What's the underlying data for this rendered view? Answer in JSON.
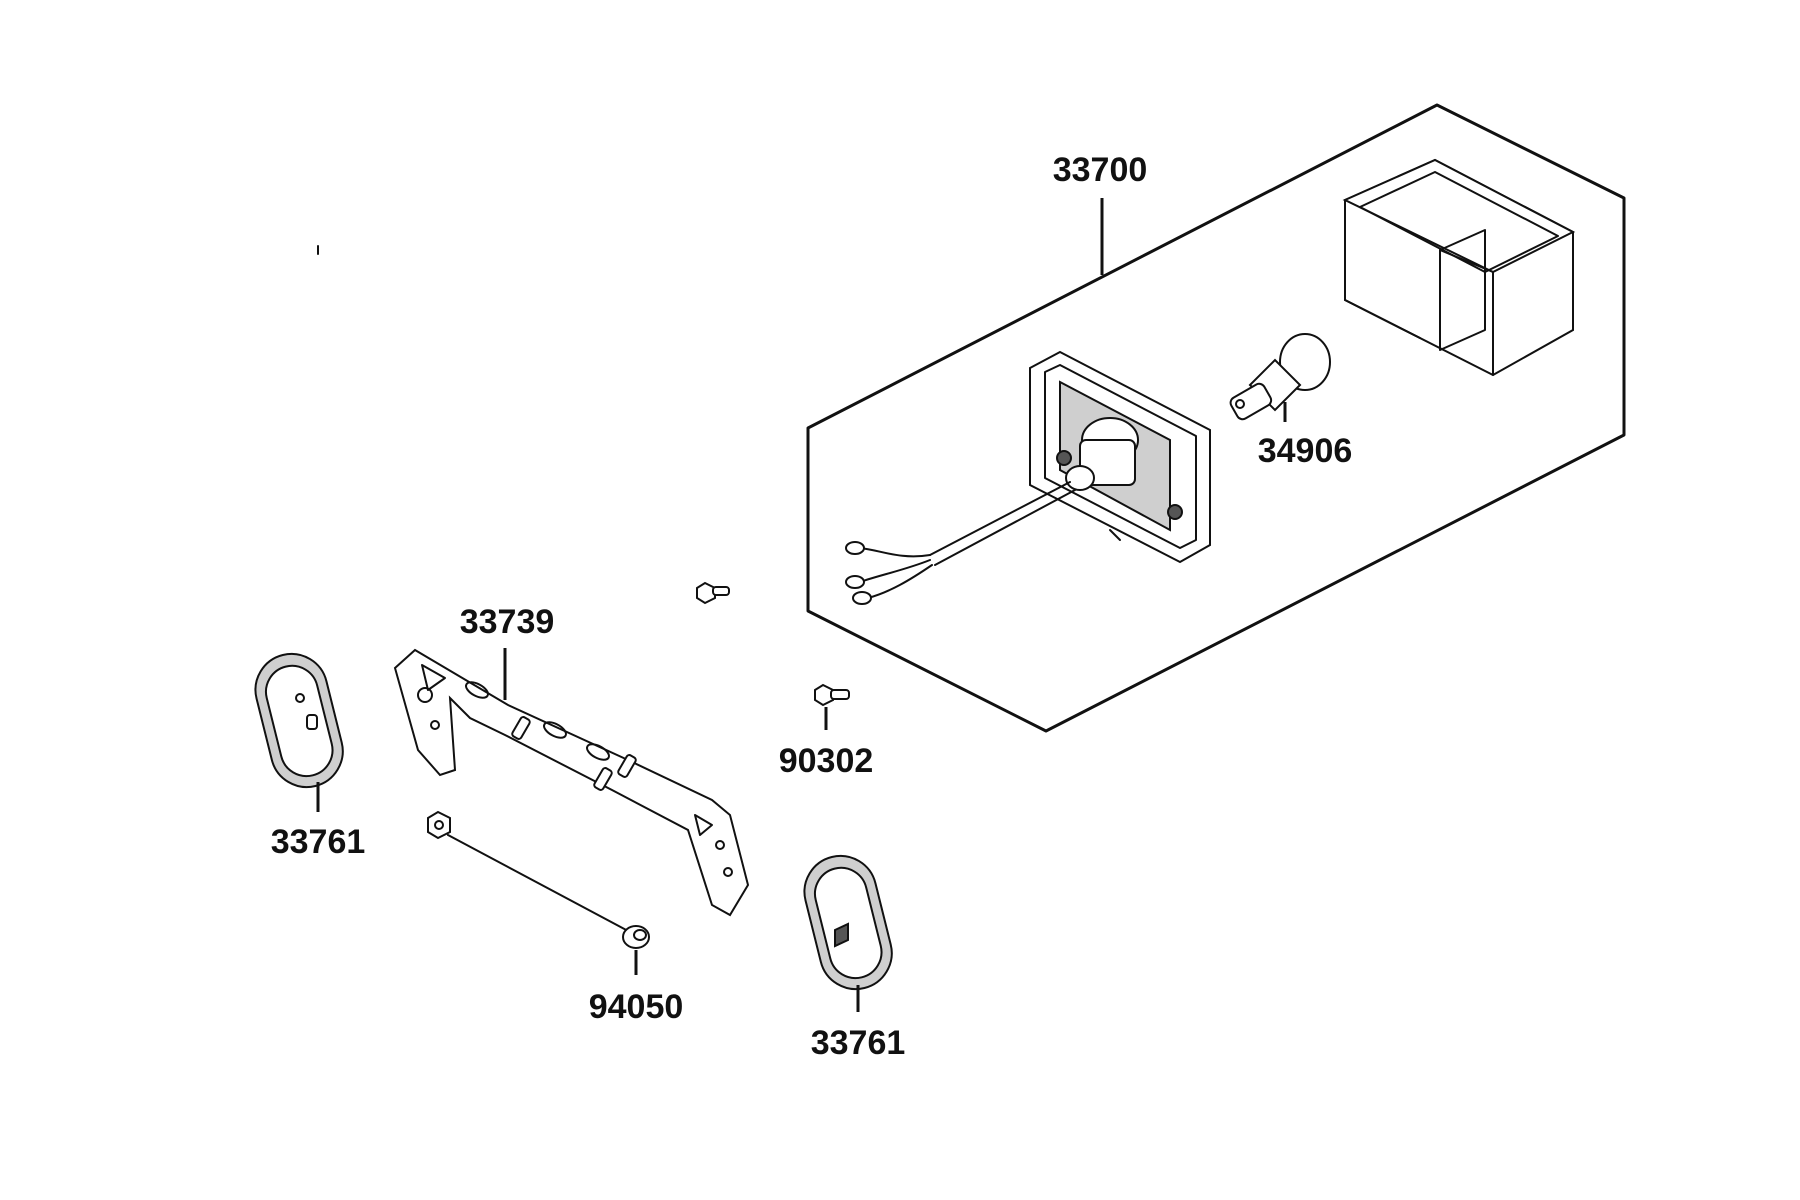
{
  "labels": {
    "tail_light_assembly": "33700",
    "bulb": "34906",
    "bracket": "33739",
    "screw": "90302",
    "reflector_left": "33761",
    "reflector_right": "33761",
    "nut": "94050"
  },
  "colors": {
    "line": "#111111",
    "background": "#ffffff",
    "shading": "#cfcfcf"
  }
}
